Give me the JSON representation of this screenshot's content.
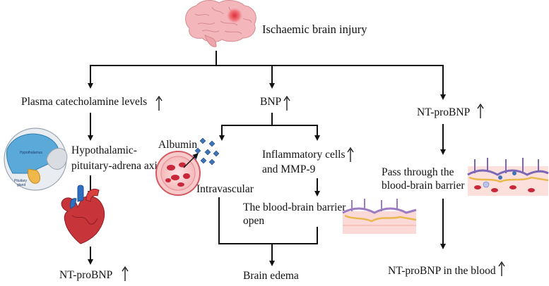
{
  "title": "Ischaemic brain injury",
  "left_branch": {
    "cause": "Plasma catecholamine levels",
    "axis_line1": "Hypothalamic-",
    "axis_line2": "pituitary-adrena axis",
    "hypothalamus_label": "Hypothalamus",
    "pituitary_label_line1": "Pituitary",
    "pituitary_label_line2": "gland",
    "outcome": "NT-proBNP"
  },
  "middle_branch": {
    "cause": "BNP",
    "albumin": "Albumin",
    "intravascular": "Intravascular",
    "inflammatory_line1": "Inflammatory cells",
    "inflammatory_line2": "and MMP-9",
    "bbb_line1": "The blood-brain barrier",
    "bbb_line2": "open",
    "outcome": "Brain edema"
  },
  "right_branch": {
    "cause": "NT-proBNP",
    "pass_line1": "Pass through the",
    "pass_line2": "blood-brain barrier",
    "outcome": "NT-proBNP in the blood"
  },
  "colors": {
    "brain": "#f3b6bb",
    "lesion": "#e33b44",
    "vessel_red": "#c9283a",
    "albumin": "#3f73b5",
    "barrier": "#9b7bc2",
    "heart": "#c7343a"
  },
  "icons": [
    "brain-icon",
    "head-hypothalamus-icon",
    "heart-icon",
    "vessel-icon",
    "albumin-icon",
    "barrier-tissue-icon"
  ]
}
